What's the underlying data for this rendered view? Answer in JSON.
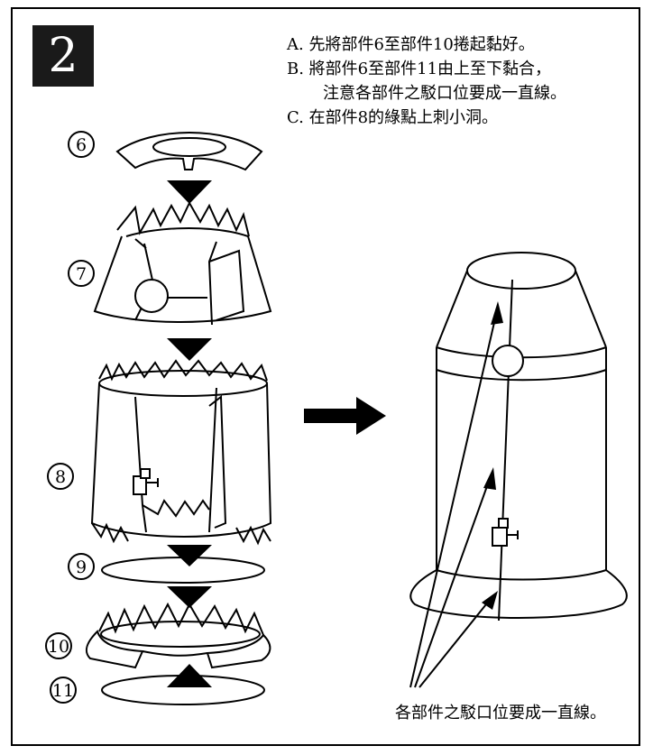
{
  "step_number": "2",
  "instructions": [
    "A. 先將部件6至部件10捲起黏好。",
    "B. 將部件6至部件11由上至下黏合，",
    "注意各部件之駁口位要成一直線。",
    "C. 在部件8的綠點上刺小洞。"
  ],
  "parts": [
    "6",
    "7",
    "8",
    "9",
    "10",
    "11"
  ],
  "callout": "各部件之駁口位要成一直線。"
}
